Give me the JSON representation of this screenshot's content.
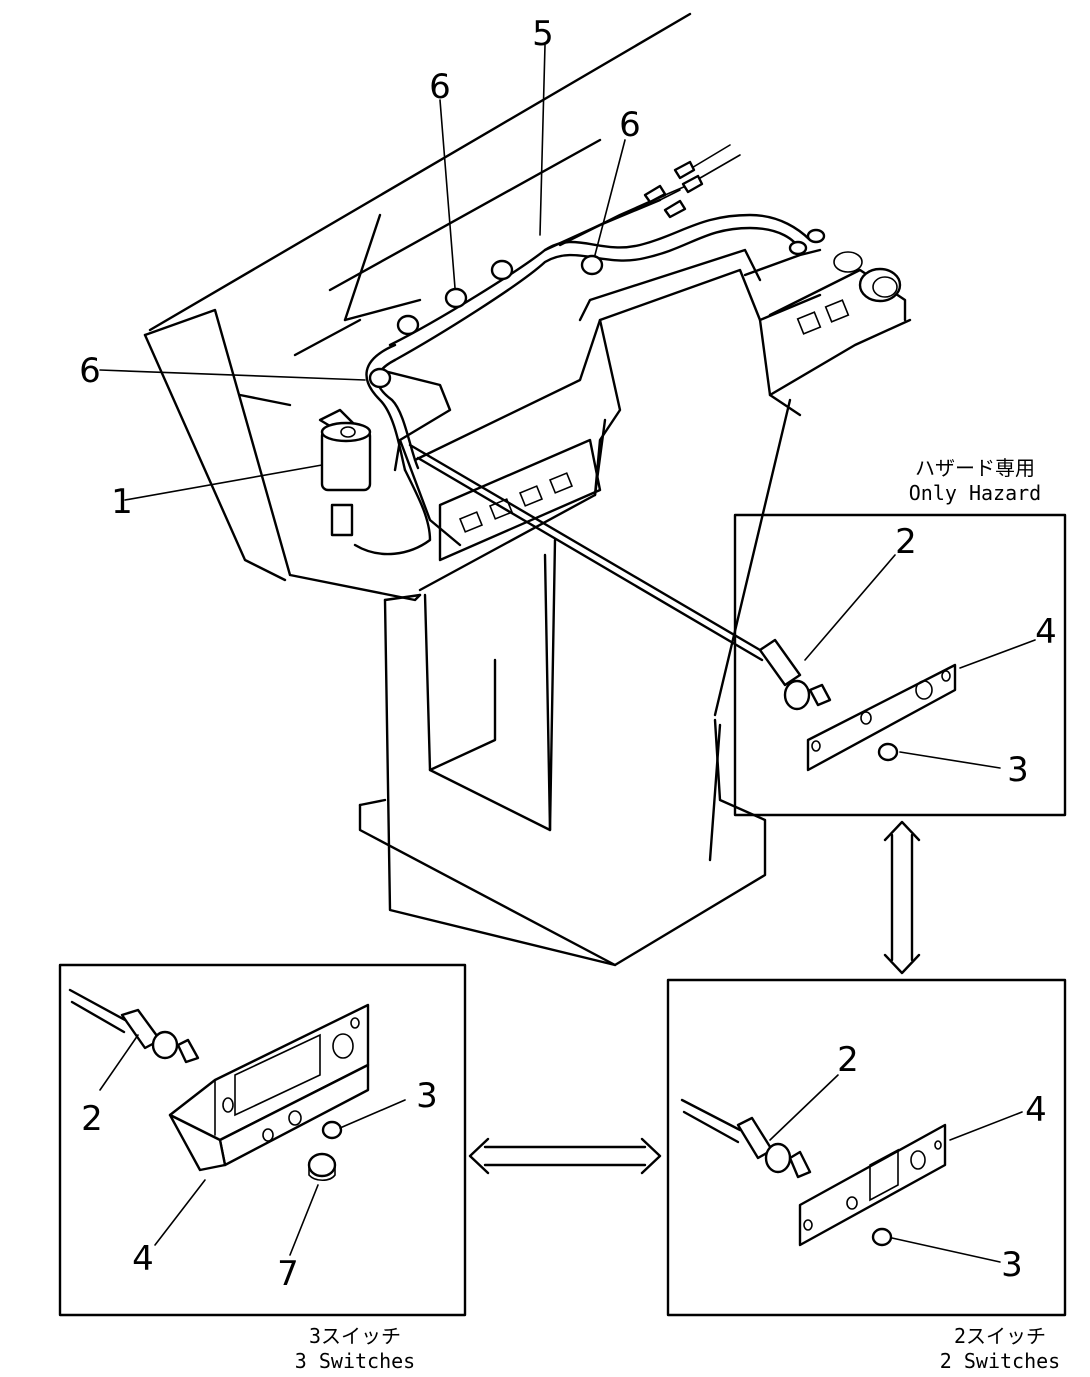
{
  "callouts": {
    "n1": "1",
    "n5": "5",
    "n6a": "6",
    "n6b": "6",
    "n6c": "6",
    "n2_hazard": "2",
    "n3_hazard": "3",
    "n4_hazard": "4",
    "n2_three": "2",
    "n3_three": "3",
    "n4_three": "4",
    "n7_three": "7",
    "n2_two": "2",
    "n3_two": "3",
    "n4_two": "4"
  },
  "panels": {
    "hazard": {
      "caption_jp": "ハザード専用",
      "caption_en": "Only Hazard"
    },
    "three": {
      "caption_jp": "3スイッチ",
      "caption_en": "3 Switches"
    },
    "two": {
      "caption_jp": "2スイッチ",
      "caption_en": "2 Switches"
    }
  }
}
